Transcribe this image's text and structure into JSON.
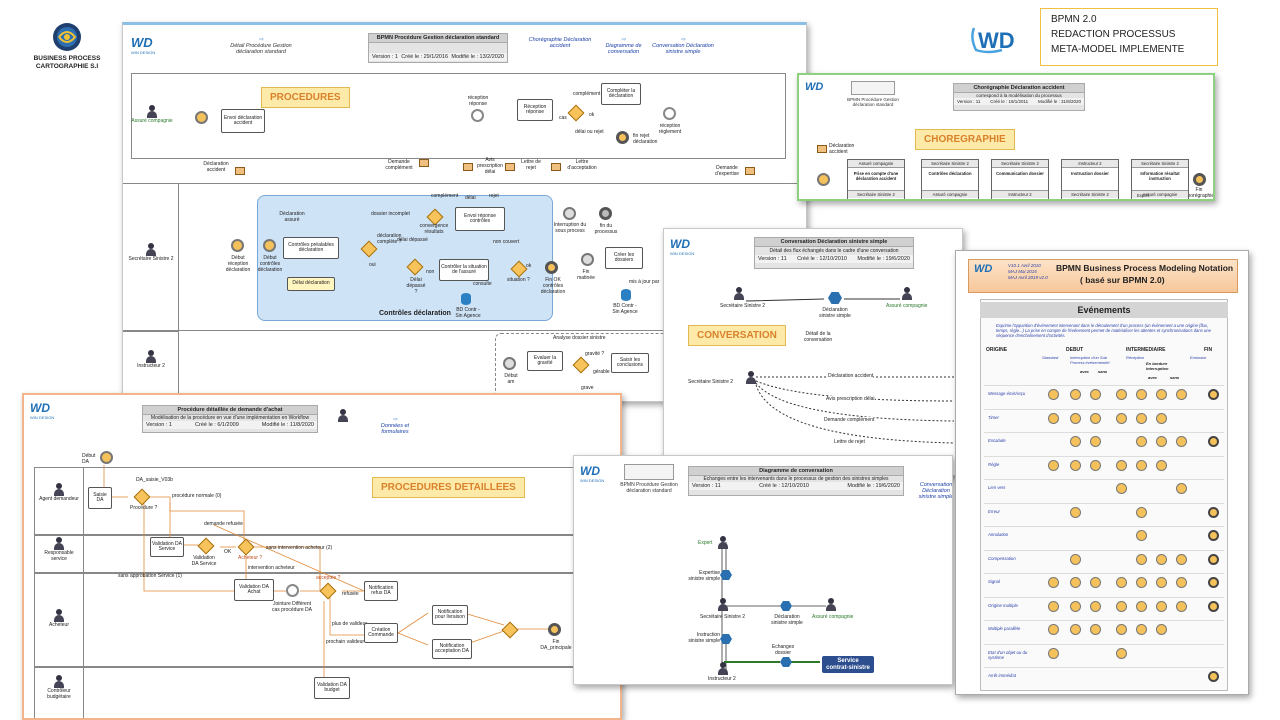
{
  "company": {
    "line1": "BUSINESS PROCESS",
    "line2": "CARTOGRAPHIE S.I"
  },
  "infobox": {
    "lines": [
      "BPMN 2.0",
      "REDACTION  PROCESSUS",
      "META-MODEL  IMPLEMENTE"
    ]
  },
  "brand": {
    "name": "WD",
    "sub": "WIN DESIGN"
  },
  "colors": {
    "accent": "#1f6fb6",
    "tag_bg": "#fde9a8",
    "tag_text": "#d9822b",
    "green_border": "#8dd17e",
    "orange_border": "#f3b48a",
    "gateway": "#f7c35a"
  },
  "procedures": {
    "header_title": "BPMN Procédure Gestion déclaration standard",
    "version": "Version : 1",
    "created": "Créé le : 29/1/2016",
    "modified": "Modifié le : 13/2/2020",
    "links": [
      "Détail Procédure Gestion déclaration standard",
      "Chorégraphie Déclaration accident",
      "Diagramme de conversation",
      "Conversation Déclaration sinistre simple"
    ],
    "tag": "PROCEDURES",
    "lanes": [
      "Assuré compagnie",
      "Secrétaire Sinistre 2",
      "Instructeur 2"
    ],
    "tasks": [
      "Envoi déclaration accident",
      "Réception réponse",
      "Compléter la déclaration",
      "Contrôles préalables déclaration",
      "Envoi réponse contrôles",
      "Contrôler la situation de l'assuré",
      "Créer les dossiers",
      "Evaluer la gravité",
      "Saisir les conclusions"
    ],
    "labels": [
      "Déclaration accident",
      "réception réponse",
      "complément",
      "ok",
      "délai ou rejet",
      "fin rejet déclaration",
      "réception règlement",
      "cas",
      "Demande complément",
      "Avis prescription délai",
      "Lettre de rejet",
      "Lettre d'acceptation",
      "Demande d'expertise",
      "Début réception déclaration",
      "Début contrôles déclaration",
      "Déclaration assuré",
      "dossier incomplet",
      "convergence résultats",
      "délai dépassé",
      "déclaration complète ?",
      "Délai dépassé ?",
      "non",
      "oui",
      "Délai déclaration",
      "Contrôles déclaration",
      "non couvert",
      "consulte",
      "BD Contr - Sin Agence",
      "situation ?",
      "ok",
      "Fin OK contrôles déclaration",
      "Interruption du sous process",
      "fin du processus",
      "Fin matinée",
      "mis à jour par",
      "BD Contr - Sin Agence",
      "Analyse dossier sinistre",
      "Début am",
      "gravité ?",
      "gérable",
      "grave",
      "délai",
      "rejet"
    ]
  },
  "choreo": {
    "header_title": "Chorégraphie Déclaration accident",
    "header_sub": "correspond à la modélisation du processus",
    "version": "Version : 11",
    "created": "Créé le : 19/1/2011",
    "modified": "Modifié le : 31/8/2020",
    "link": "BPMN Procédure Gestion déclaration standard",
    "tag": "CHOREGRAPHIE",
    "start_label": "Déclaration accident",
    "steps": [
      {
        "top": "Assuré compagnie",
        "mid": "Prise en compte d'une déclaration accident",
        "bot": "Secrétaire Sinistre 2"
      },
      {
        "top": "Secrétaire Sinistre 2",
        "mid": "Contrôles déclaration",
        "bot": "Assuré compagnie"
      },
      {
        "top": "Secrétaire Sinistre 2",
        "mid": "Communication dossier",
        "bot": "Instructeur 2"
      },
      {
        "top": "Instructeur 2",
        "mid": "Instruction dossier",
        "bot": "Secrétaire Sinistre 2"
      },
      {
        "top": "Secrétaire Sinistre 2",
        "mid": "Information résultat instruction",
        "bot": "Assuré compagnie"
      }
    ],
    "extra": "Expert",
    "end_label": "Fin chorégraphie"
  },
  "conversation": {
    "header_title": "Conversation Déclaration sinistre simple",
    "header_sub": "Détail des flux échangés dans le cadre d'une conversation",
    "version": "Version : 11",
    "created": "Créé le : 12/10/2010",
    "modified": "Modifié le : 19/6/2020",
    "tag": "CONVERSATION",
    "actors": [
      "Secrétaire Sinistre 2",
      "Déclaration sinistre simple",
      "Assuré compagnie"
    ],
    "detail": "Détail de la conversation",
    "actor2": "Secrétaire Sinistre 2",
    "messages": [
      "Déclaration accident",
      "Avis prescription délai",
      "Demande complément",
      "Lettre de rejet"
    ]
  },
  "diagram_conv": {
    "header_title": "Diagramme de conversation",
    "header_sub": "Echanges entre les intervenants dans le processus de gestion des sinistres simples",
    "version": "Version : 11",
    "created": "Créé le : 12/10/2010",
    "modified": "Modifié le : 19/6/2020",
    "link_left": "BPMN Procédure Gestion déclaration standard",
    "link_right": "Conversation Déclaration sinistre simple",
    "nodes": [
      "Expert",
      "Expertise sinistre simple",
      "Secrétaire Sinistre 2",
      "Déclaration sinistre simple",
      "Assuré compagnie",
      "Instruction sinistre simple",
      "Echanges dossier",
      "Instructeur 2"
    ],
    "service": "Service contrat-sinistre"
  },
  "detailed": {
    "header_title": "Procédure détaillée de demande d'achat",
    "header_sub": "Modélisation de la procédure en vue d'une implémentation en Workflow",
    "version": "Version : 1",
    "created": "Créé le : 6/1/2009",
    "modified": "Modifié le : 11/8/2020",
    "link": "Données et formulaires",
    "tag": "PROCEDURES DETAILLEES",
    "lanes": [
      "Agent demandeur",
      "Responsable service",
      "Acheteur",
      "Contrôleur budgétaire"
    ],
    "tasks": [
      "Saisie DA",
      "Validation DA Service",
      "Validation DA Achat",
      "Notification refus DA",
      "Création Commande",
      "Notification pour livraison",
      "Notification acceptation DA",
      "Validation DA budget"
    ],
    "labels": [
      "Début DA",
      "DA_saisie_V03b",
      "Procédure ?",
      "procédure normale (0)",
      "demande refusée",
      "Validation DA Service",
      "OK",
      "Acheteur ?",
      "sans intervention acheteur (2)",
      "intervention acheteur",
      "sans approbation Service (1)",
      "acceptée ?",
      "refusée",
      "Jointure Différent cas procédure DA",
      "plus de valideur",
      "prochain valideur",
      "Fin DA_principale"
    ]
  },
  "notation": {
    "version_lines": [
      "V10.1 Avril 2010",
      "MAJ Mai 2015",
      "MAJ Avril 2019 v2.0"
    ],
    "title": "BPMN Business Process Modeling Notation",
    "subtitle": "( basé sur BPMN 2.0)",
    "section": "Evénements",
    "intro": "Exprime l'apparition d'événement intervenant dans le déroulement d'un process (un événement a une origine (flux, temps, règle...) La prise en compte de l'événement permet de matérialiser les attentes et synchronisations dans une séquence d'enchaînement d'activités.",
    "col_headers": [
      "ORIGINE",
      "DEBUT",
      "INTERMEDIAIRE",
      "FIN"
    ],
    "sub_headers": [
      "Standard",
      "Interruption d'un Sub Process événementiel",
      "avec",
      "sans",
      "Réception",
      "En bordure Interruption",
      "Emission",
      "avec",
      "sans"
    ],
    "rows": [
      "Message émis/reçu",
      "Timer",
      "Escalade",
      "Règle",
      "Lien vers",
      "Erreur",
      "Annulation",
      "Compensation",
      "Signal",
      "Origine multiple",
      "Multiple parallèle",
      "Etat d'un objet ou du système",
      "Arrêt immédiat"
    ]
  }
}
